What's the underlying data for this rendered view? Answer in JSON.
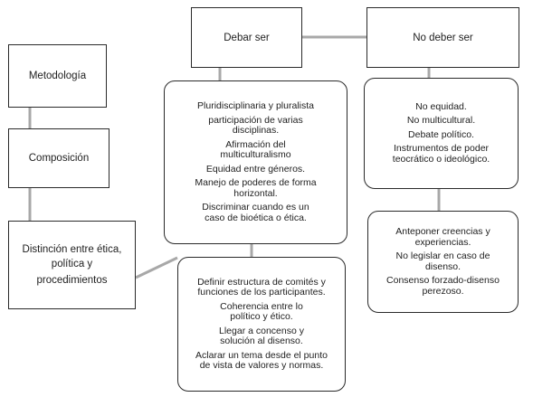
{
  "nodes": {
    "metodologia": {
      "label": "Metodología"
    },
    "composicion": {
      "label": "Composición"
    },
    "distincion": {
      "lines": [
        "Distinción entre ética,",
        "política y",
        "procedimientos"
      ]
    },
    "deber_ser": {
      "label": "Debar ser"
    },
    "no_deber_ser": {
      "label": "No deber ser"
    },
    "deber_ser_items": {
      "lines": [
        "Pluridisciplinaria y pluralista",
        "participación de varias disciplinas.",
        "Afirmación del multiculturalismo",
        "Equidad entre géneros.",
        "Manejo de poderes de forma horizontal.",
        "Discriminar cuando es un caso de bioética o ética."
      ]
    },
    "no_deber_ser_items": {
      "lines": [
        "No equidad.",
        "No multicultural.",
        "Debate político.",
        "Instrumentos de poder teocrático o ideológico."
      ]
    },
    "procedimientos_items": {
      "lines": [
        "Definir estructura de comités y funciones de los participantes.",
        "Coherencia entre lo político y ético.",
        "Llegar a concenso y solución al disenso.",
        "Aclarar un tema desde el punto de vista de valores y normas."
      ]
    },
    "no_deber_ser_extra": {
      "lines": [
        "Anteponer creencias y experiencias.",
        "No legislar en caso de disenso.",
        "Consenso forzado-disenso perezoso."
      ]
    }
  },
  "colors": {
    "connector": "#a8a8a8",
    "border": "#2a2a2a"
  }
}
